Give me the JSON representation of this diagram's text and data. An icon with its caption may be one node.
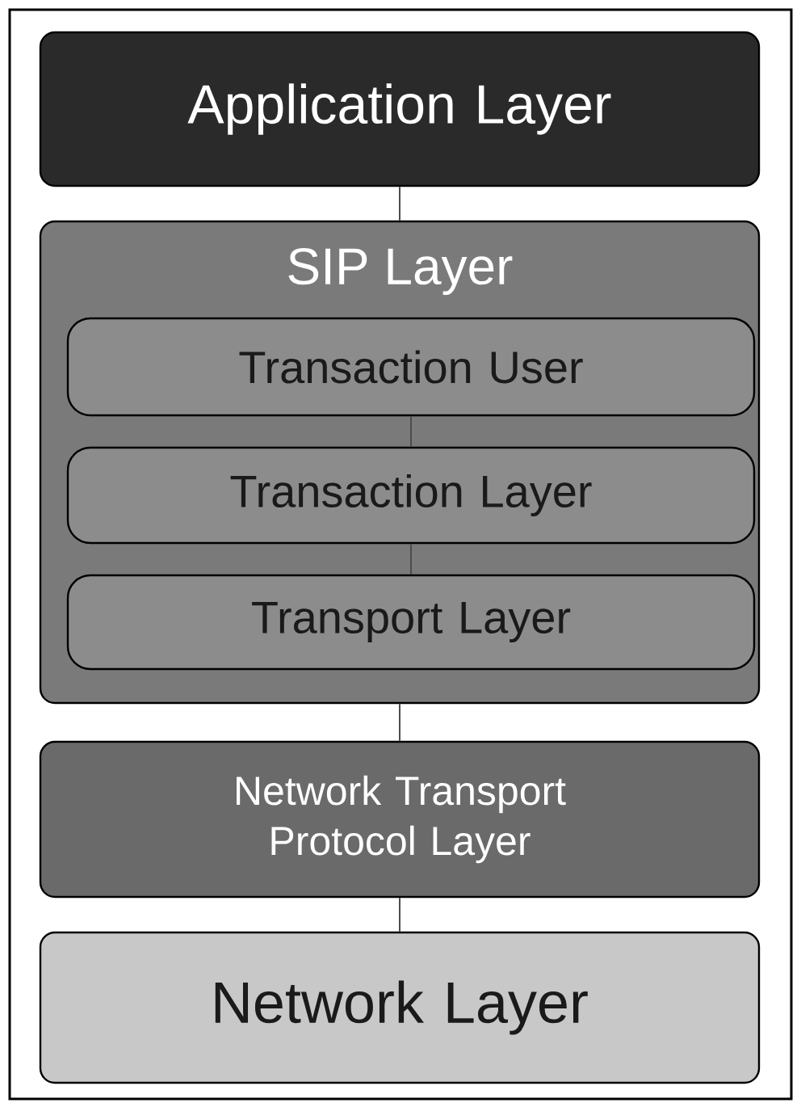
{
  "diagram": {
    "nodes": [
      {
        "text": [
          "Application Layer"
        ]
      },
      {
        "text": [
          "SIP Layer"
        ]
      },
      {
        "text": [
          "Transaction User"
        ],
        "in": 1
      },
      {
        "text": [
          "Transaction Layer"
        ],
        "in": 1
      },
      {
        "text": [
          "Transport Layer"
        ],
        "in": 1
      },
      {
        "text": [
          "Network Transport Protocol Layer"
        ]
      },
      {
        "text": [
          "Network Layer"
        ]
      }
    ],
    "edges": [
      {
        "from": 0,
        "to": 1,
        "arrow": "none"
      },
      {
        "from": 2,
        "to": 3,
        "arrow": "none"
      },
      {
        "from": 3,
        "to": 4,
        "arrow": "none"
      },
      {
        "from": 1,
        "to": 5,
        "arrow": "none"
      },
      {
        "from": 5,
        "to": 6,
        "arrow": "none"
      }
    ]
  }
}
